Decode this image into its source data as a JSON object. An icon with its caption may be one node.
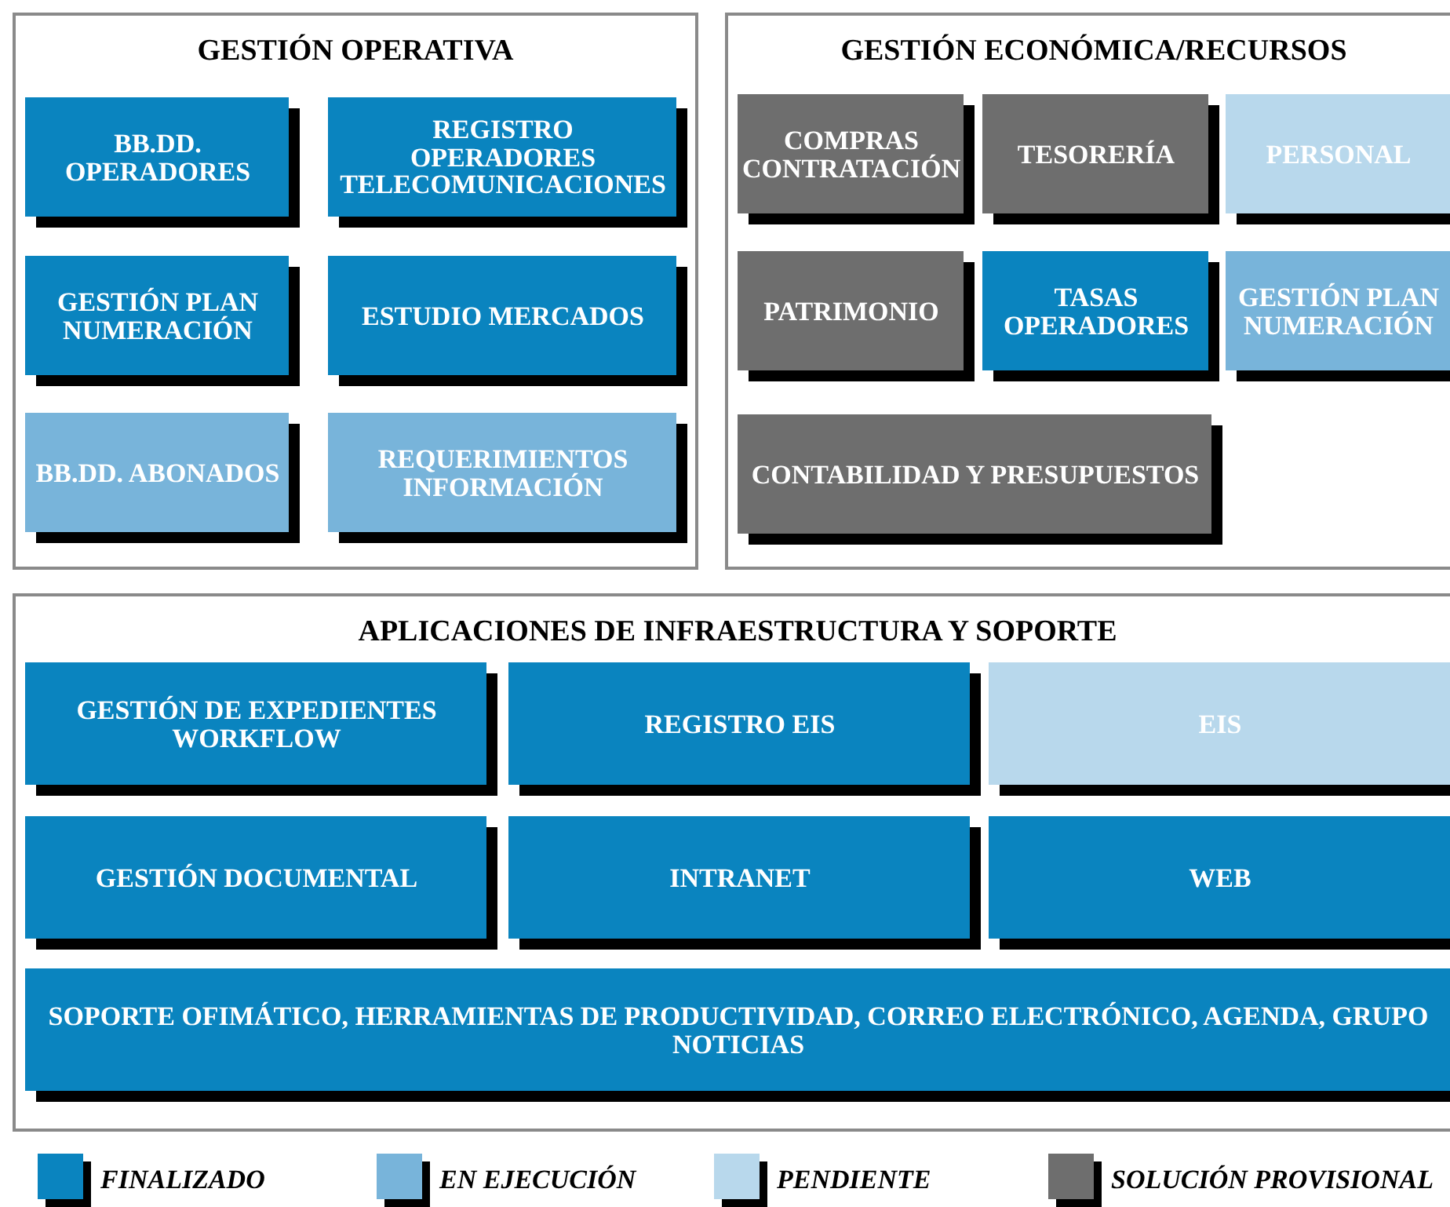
{
  "diagram": {
    "nodes": [
      {
        "text": [
          "GESTIÓN OPERATIVA"
        ]
      },
      {
        "text": [
          "BB.DD. OPERADORES"
        ],
        "in": 0
      },
      {
        "text": [
          "REGISTRO OPERADORES TELECOMUNICACIONES"
        ],
        "in": 0
      },
      {
        "text": [
          "GESTIÓN PLAN NUMERACIÓN"
        ],
        "in": 0
      },
      {
        "text": [
          "ESTUDIO MERCADOS"
        ],
        "in": 0
      },
      {
        "text": [
          "BB.DD. ABONADOS"
        ],
        "in": 0
      },
      {
        "text": [
          "REQUERIMIENTOS INFORMACIÓN"
        ],
        "in": 0
      },
      {
        "text": [
          "GESTIÓN ECONÓMICA/RECURSOS"
        ]
      },
      {
        "text": [
          "COMPRAS CONTRATACIÓN"
        ],
        "in": 7
      },
      {
        "text": [
          "TESORERÍA"
        ],
        "in": 7
      },
      {
        "text": [
          "PERSONAL"
        ],
        "in": 7
      },
      {
        "text": [
          "PATRIMONIO"
        ],
        "in": 7
      },
      {
        "text": [
          "TASAS OPERADORES"
        ],
        "in": 7
      },
      {
        "text": [
          "GESTIÓN PLAN NUMERACIÓN"
        ],
        "in": 7
      },
      {
        "text": [
          "CONTABILIDAD Y PRESUPUESTOS"
        ],
        "in": 7
      },
      {
        "text": [
          "APLICACIONES DE INFRAESTRUCTURA Y SOPORTE"
        ]
      },
      {
        "text": [
          "GESTIÓN DE EXPEDIENTES WORKFLOW"
        ],
        "in": 15
      },
      {
        "text": [
          "REGISTRO EIS"
        ],
        "in": 15
      },
      {
        "text": [
          "EIS"
        ],
        "in": 15
      },
      {
        "text": [
          "GESTIÓN DOCUMENTAL"
        ],
        "in": 15
      },
      {
        "text": [
          "INTRANET"
        ],
        "in": 15
      },
      {
        "text": [
          "WEB"
        ],
        "in": 15
      },
      {
        "text": [
          "SOPORTE OFIMÁTICO, HERRAMIENTAS DE PRODUCTIVIDAD, CORREO ELECTRÓNICO, AGENDA, GRUPO NOTICIAS"
        ],
        "in": 15
      }
    ],
    "edges": [],
    "legend": [
      {
        "text": "FINALIZADO",
        "color": "#0a84bf"
      },
      {
        "text": "EN EJECUCIÓN",
        "color": "#78b4da"
      },
      {
        "text": "PENDIENTE",
        "color": "#b8d8ec"
      },
      {
        "text": "SOLUCIÓN PROVISIONAL",
        "color": "#6e6e6e"
      }
    ]
  }
}
